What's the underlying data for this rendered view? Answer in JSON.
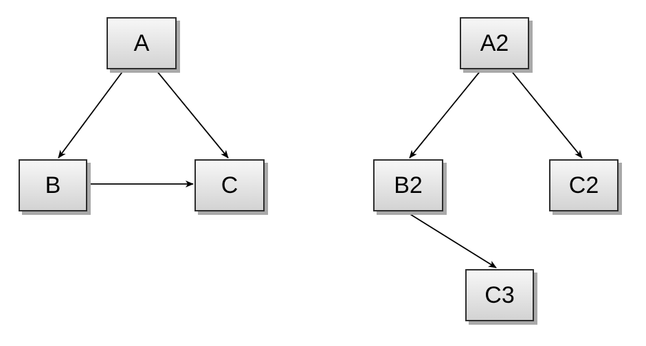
{
  "nodes": {
    "A": {
      "label": "A"
    },
    "B": {
      "label": "B"
    },
    "C": {
      "label": "C"
    },
    "A2": {
      "label": "A2"
    },
    "B2": {
      "label": "B2"
    },
    "C2": {
      "label": "C2"
    },
    "C3": {
      "label": "C3"
    }
  },
  "edges": [
    {
      "from": "A",
      "to": "B"
    },
    {
      "from": "A",
      "to": "C"
    },
    {
      "from": "B",
      "to": "C"
    },
    {
      "from": "A2",
      "to": "B2"
    },
    {
      "from": "A2",
      "to": "C2"
    },
    {
      "from": "B2",
      "to": "C3"
    }
  ],
  "colors": {
    "background": "#ffffff",
    "node_fill_top": "#f7f7f7",
    "node_fill_bottom": "#d3d3d3",
    "node_border": "#2d2d2d",
    "node_shadow": "#a9a9a9",
    "edge": "#000000",
    "label_text": "#000000"
  }
}
